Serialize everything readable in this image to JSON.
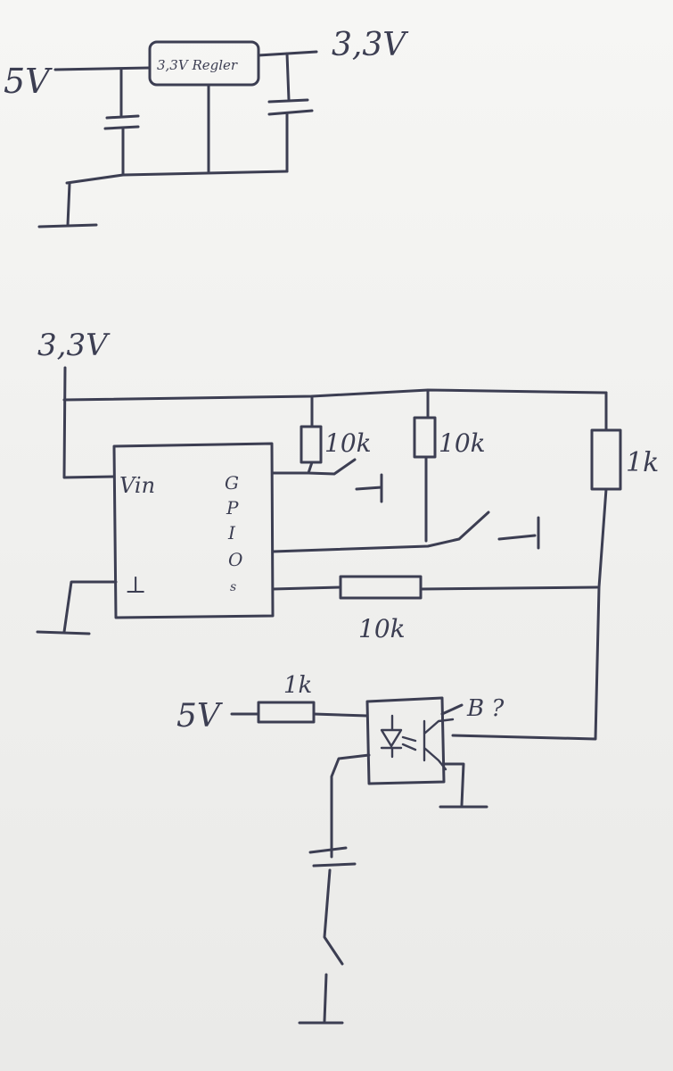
{
  "regulator": {
    "input_label": "5V",
    "output_label": "3,3V",
    "box_label": "3,3V Regler"
  },
  "main_circuit": {
    "supply_label": "3,3V",
    "mcu_vin_label": "Vin",
    "mcu_gnd_label": "⊥",
    "mcu_gpio_label": [
      "G",
      "P",
      "I",
      "O",
      "s"
    ],
    "resistor_r1_label": "10k",
    "resistor_r2_label": "10k",
    "resistor_r3_label": "1k",
    "resistor_series_label": "10k"
  },
  "optocoupler": {
    "supply_label": "5V",
    "resistor_label": "1k",
    "base_label": "B ?"
  }
}
